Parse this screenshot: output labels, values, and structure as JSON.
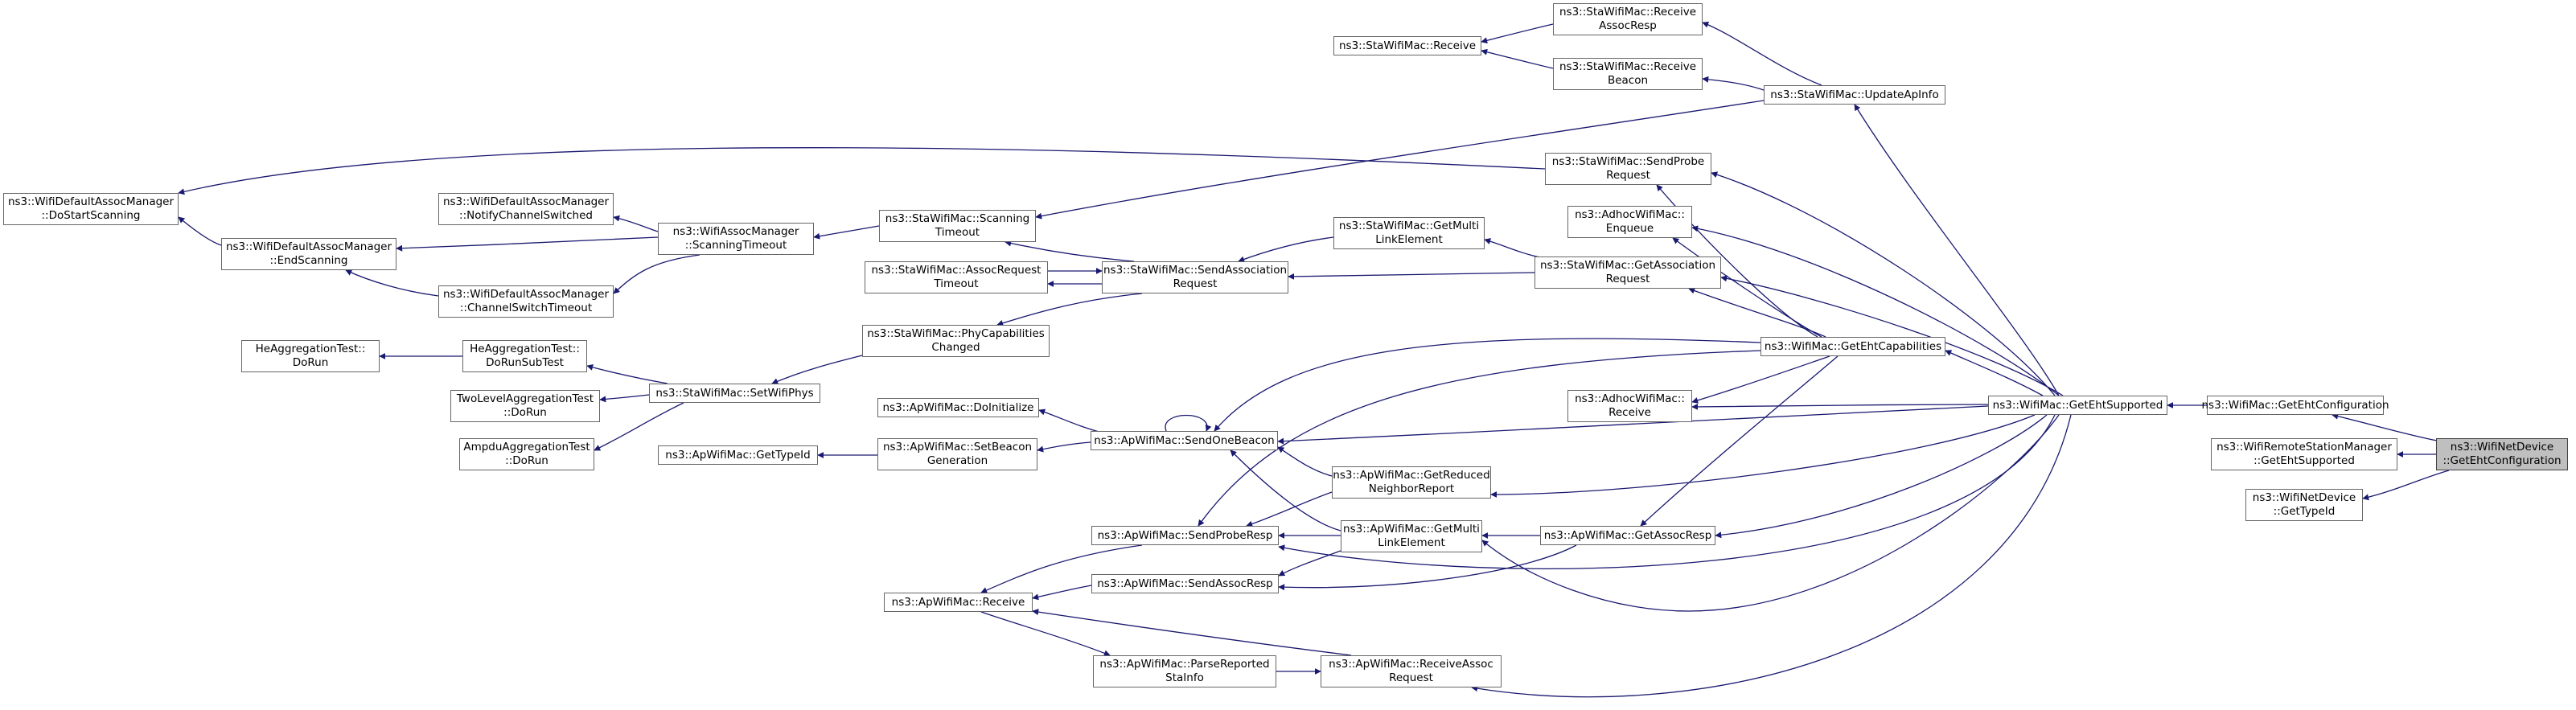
{
  "graph": {
    "edge_color": "#191970",
    "node_border_color": "#666666",
    "current_node_fill": "#bfbfbf",
    "nodes": [
      {
        "id": "getehtconfiguration-netdevice",
        "lines": [
          "ns3::WifiNetDevice",
          "::GetEhtConfiguration"
        ],
        "current": true
      },
      {
        "id": "getehtconfiguration-wifimac",
        "lines": [
          "ns3::WifiMac::GetEhtConfiguration"
        ]
      },
      {
        "id": "getehtsupported-remotestation",
        "lines": [
          "ns3::WifiRemoteStationManager",
          "::GetEhtSupported"
        ]
      },
      {
        "id": "gettypeid-netdevice",
        "lines": [
          "ns3::WifiNetDevice",
          "::GetTypeId"
        ]
      },
      {
        "id": "getehtsupported-wifimac",
        "lines": [
          "ns3::WifiMac::GetEhtSupported"
        ]
      },
      {
        "id": "receive-assocresp",
        "lines": [
          "ns3::StaWifiMac::Receive",
          "AssocResp"
        ]
      },
      {
        "id": "sta-receive",
        "lines": [
          "ns3::StaWifiMac::Receive"
        ]
      },
      {
        "id": "receive-beacon",
        "lines": [
          "ns3::StaWifiMac::Receive",
          "Beacon"
        ]
      },
      {
        "id": "update-apinfo",
        "lines": [
          "ns3::StaWifiMac::UpdateApInfo"
        ]
      },
      {
        "id": "send-probe-request",
        "lines": [
          "ns3::StaWifiMac::SendProbe",
          "Request"
        ]
      },
      {
        "id": "default-do-start-scanning",
        "lines": [
          "ns3::WifiDefaultAssocManager",
          "::DoStartScanning"
        ]
      },
      {
        "id": "default-notify-channel-switched",
        "lines": [
          "ns3::WifiDefaultAssocManager",
          "::NotifyChannelSwitched"
        ]
      },
      {
        "id": "default-end-scanning",
        "lines": [
          "ns3::WifiDefaultAssocManager",
          "::EndScanning"
        ]
      },
      {
        "id": "default-channel-switch-timeout",
        "lines": [
          "ns3::WifiDefaultAssocManager",
          "::ChannelSwitchTimeout"
        ]
      },
      {
        "id": "assoc-manager-scanning-timeout",
        "lines": [
          "ns3::WifiAssocManager",
          "::ScanningTimeout"
        ]
      },
      {
        "id": "sta-scanning-timeout",
        "lines": [
          "ns3::StaWifiMac::Scanning",
          "Timeout"
        ]
      },
      {
        "id": "adhoc-enqueue",
        "lines": [
          "ns3::AdhocWifiMac::",
          "Enqueue"
        ]
      },
      {
        "id": "sta-get-multi-link-element",
        "lines": [
          "ns3::StaWifiMac::GetMulti",
          "LinkElement"
        ]
      },
      {
        "id": "sta-assoc-request-timeout",
        "lines": [
          "ns3::StaWifiMac::AssocRequest",
          "Timeout"
        ]
      },
      {
        "id": "sta-send-association-request",
        "lines": [
          "ns3::StaWifiMac::SendAssociation",
          "Request"
        ]
      },
      {
        "id": "sta-get-association-request",
        "lines": [
          "ns3::StaWifiMac::GetAssociation",
          "Request"
        ]
      },
      {
        "id": "phy-capabilities-changed",
        "lines": [
          "ns3::StaWifiMac::PhyCapabilities",
          "Changed"
        ]
      },
      {
        "id": "get-eht-capabilities",
        "lines": [
          "ns3::WifiMac::GetEhtCapabilities"
        ]
      },
      {
        "id": "he-aggregation-do-run",
        "lines": [
          "HeAggregationTest::",
          "DoRun"
        ]
      },
      {
        "id": "he-aggregation-do-run-subtest",
        "lines": [
          "HeAggregationTest::",
          "DoRunSubTest"
        ]
      },
      {
        "id": "sta-set-wifi-phys",
        "lines": [
          "ns3::StaWifiMac::SetWifiPhys"
        ]
      },
      {
        "id": "two-level-aggregation-do-run",
        "lines": [
          "TwoLevelAggregationTest",
          "::DoRun"
        ]
      },
      {
        "id": "ampdu-aggregation-do-run",
        "lines": [
          "AmpduAggregationTest",
          "::DoRun"
        ]
      },
      {
        "id": "ap-do-initialize",
        "lines": [
          "ns3::ApWifiMac::DoInitialize"
        ]
      },
      {
        "id": "ap-send-one-beacon",
        "lines": [
          "ns3::ApWifiMac::SendOneBeacon"
        ]
      },
      {
        "id": "adhoc-receive",
        "lines": [
          "ns3::AdhocWifiMac::",
          "Receive"
        ]
      },
      {
        "id": "ap-get-type-id",
        "lines": [
          "ns3::ApWifiMac::GetTypeId"
        ]
      },
      {
        "id": "ap-set-beacon-generation",
        "lines": [
          "ns3::ApWifiMac::SetBeacon",
          "Generation"
        ]
      },
      {
        "id": "ap-get-reduced-neighbor-report",
        "lines": [
          "ns3::ApWifiMac::GetReduced",
          "NeighborReport"
        ]
      },
      {
        "id": "ap-send-probe-resp",
        "lines": [
          "ns3::ApWifiMac::SendProbeResp"
        ]
      },
      {
        "id": "ap-get-multi-link-element",
        "lines": [
          "ns3::ApWifiMac::GetMulti",
          "LinkElement"
        ]
      },
      {
        "id": "ap-get-assoc-resp",
        "lines": [
          "ns3::ApWifiMac::GetAssocResp"
        ]
      },
      {
        "id": "ap-send-assoc-resp",
        "lines": [
          "ns3::ApWifiMac::SendAssocResp"
        ]
      },
      {
        "id": "ap-receive",
        "lines": [
          "ns3::ApWifiMac::Receive"
        ]
      },
      {
        "id": "ap-parse-reported-sta-info",
        "lines": [
          "ns3::ApWifiMac::ParseReported",
          "StaInfo"
        ]
      },
      {
        "id": "ap-receive-assoc-request",
        "lines": [
          "ns3::ApWifiMac::ReceiveAssoc",
          "Request"
        ]
      }
    ],
    "edges": [
      [
        "getehtconfiguration-wifimac",
        "getehtconfiguration-netdevice"
      ],
      [
        "getehtsupported-remotestation",
        "getehtconfiguration-netdevice"
      ],
      [
        "gettypeid-netdevice",
        "getehtconfiguration-netdevice"
      ],
      [
        "getehtsupported-wifimac",
        "getehtconfiguration-wifimac"
      ],
      [
        "update-apinfo",
        "getehtsupported-wifimac"
      ],
      [
        "send-probe-request",
        "getehtsupported-wifimac"
      ],
      [
        "adhoc-enqueue",
        "getehtsupported-wifimac"
      ],
      [
        "sta-get-association-request",
        "getehtsupported-wifimac"
      ],
      [
        "get-eht-capabilities",
        "getehtsupported-wifimac"
      ],
      [
        "adhoc-receive",
        "getehtsupported-wifimac"
      ],
      [
        "ap-send-one-beacon",
        "getehtsupported-wifimac"
      ],
      [
        "ap-get-reduced-neighbor-report",
        "getehtsupported-wifimac"
      ],
      [
        "ap-get-assoc-resp",
        "getehtsupported-wifimac"
      ],
      [
        "ap-send-probe-resp",
        "getehtsupported-wifimac"
      ],
      [
        "ap-get-multi-link-element",
        "getehtsupported-wifimac"
      ],
      [
        "ap-receive-assoc-request",
        "getehtsupported-wifimac"
      ],
      [
        "receive-assocresp",
        "update-apinfo"
      ],
      [
        "receive-beacon",
        "update-apinfo"
      ],
      [
        "sta-scanning-timeout",
        "update-apinfo"
      ],
      [
        "sta-receive",
        "receive-assocresp"
      ],
      [
        "sta-receive",
        "receive-beacon"
      ],
      [
        "default-do-start-scanning",
        "send-probe-request"
      ],
      [
        "default-do-start-scanning",
        "default-end-scanning"
      ],
      [
        "default-end-scanning",
        "assoc-manager-scanning-timeout"
      ],
      [
        "default-notify-channel-switched",
        "assoc-manager-scanning-timeout"
      ],
      [
        "default-channel-switch-timeout",
        "assoc-manager-scanning-timeout"
      ],
      [
        "default-end-scanning",
        "default-channel-switch-timeout"
      ],
      [
        "assoc-manager-scanning-timeout",
        "sta-scanning-timeout"
      ],
      [
        "sta-scanning-timeout",
        "sta-send-association-request"
      ],
      [
        "sta-send-association-request",
        "sta-get-multi-link-element"
      ],
      [
        "sta-send-association-request",
        "sta-get-association-request"
      ],
      [
        "sta-send-association-request",
        "sta-assoc-request-timeout"
      ],
      [
        "sta-assoc-request-timeout",
        "sta-send-association-request"
      ],
      [
        "phy-capabilities-changed",
        "sta-send-association-request"
      ],
      [
        "sta-get-multi-link-element",
        "sta-get-association-request"
      ],
      [
        "send-probe-request",
        "get-eht-capabilities"
      ],
      [
        "adhoc-enqueue",
        "get-eht-capabilities"
      ],
      [
        "sta-get-association-request",
        "get-eht-capabilities"
      ],
      [
        "adhoc-receive",
        "get-eht-capabilities"
      ],
      [
        "ap-send-one-beacon",
        "get-eht-capabilities"
      ],
      [
        "ap-send-probe-resp",
        "get-eht-capabilities"
      ],
      [
        "ap-get-assoc-resp",
        "get-eht-capabilities"
      ],
      [
        "he-aggregation-do-run",
        "he-aggregation-do-run-subtest"
      ],
      [
        "he-aggregation-do-run-subtest",
        "sta-set-wifi-phys"
      ],
      [
        "two-level-aggregation-do-run",
        "sta-set-wifi-phys"
      ],
      [
        "ampdu-aggregation-do-run",
        "sta-set-wifi-phys"
      ],
      [
        "sta-set-wifi-phys",
        "phy-capabilities-changed"
      ],
      [
        "ap-do-initialize",
        "ap-send-one-beacon"
      ],
      [
        "ap-set-beacon-generation",
        "ap-send-one-beacon"
      ],
      [
        "ap-send-one-beacon",
        "ap-send-one-beacon"
      ],
      [
        "ap-get-type-id",
        "ap-set-beacon-generation"
      ],
      [
        "ap-send-one-beacon",
        "ap-get-reduced-neighbor-report"
      ],
      [
        "ap-send-one-beacon",
        "ap-get-multi-link-element"
      ],
      [
        "ap-send-probe-resp",
        "ap-get-reduced-neighbor-report"
      ],
      [
        "ap-send-probe-resp",
        "ap-get-multi-link-element"
      ],
      [
        "ap-send-assoc-resp",
        "ap-get-multi-link-element"
      ],
      [
        "ap-get-multi-link-element",
        "ap-get-assoc-resp"
      ],
      [
        "ap-send-assoc-resp",
        "ap-get-assoc-resp"
      ],
      [
        "ap-receive",
        "ap-send-probe-resp"
      ],
      [
        "ap-receive",
        "ap-send-assoc-resp"
      ],
      [
        "ap-receive",
        "ap-receive-assoc-request"
      ],
      [
        "ap-parse-reported-sta-info",
        "ap-receive"
      ],
      [
        "ap-receive-assoc-request",
        "ap-parse-reported-sta-info"
      ]
    ]
  }
}
